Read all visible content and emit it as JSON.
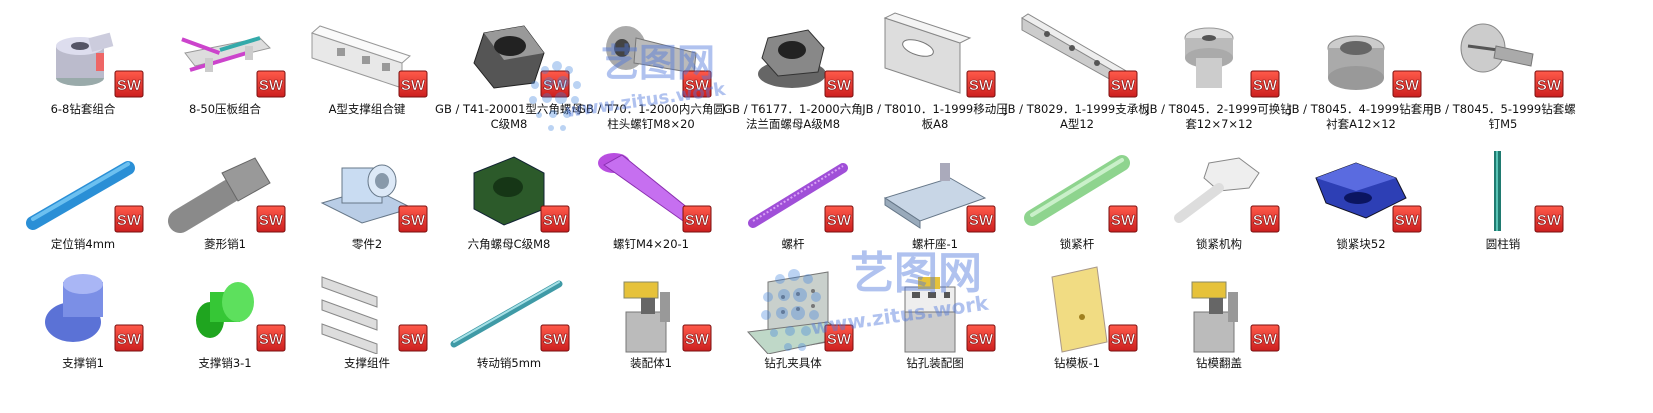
{
  "files": [
    {
      "name": "6-8钻套组合",
      "icon": "drill-sleeve-assembly-icon"
    },
    {
      "name": "8-50压板组合",
      "icon": "clamp-plate-assembly-icon"
    },
    {
      "name": "A型支撑组合键",
      "icon": "support-key-assembly-icon"
    },
    {
      "name": "GB / T41-20001型六角螺母C级M8",
      "icon": "hex-nut-icon"
    },
    {
      "name": "GB / T70．1-2000内六角圆柱头螺钉M8×20",
      "icon": "socket-head-screw-icon"
    },
    {
      "name": "GB / T6177．1-2000六角法兰面螺母A级M8",
      "icon": "flange-nut-icon"
    },
    {
      "name": "JB / T8010．1-1999移动压板A8",
      "icon": "moving-clamp-plate-icon"
    },
    {
      "name": "JB / T8029．1-1999支承板A型12",
      "icon": "support-plate-icon"
    },
    {
      "name": "JB / T8045．2-1999可换钻套12×7×12",
      "icon": "replaceable-drill-bush-icon"
    },
    {
      "name": "JB / T8045．4-1999钻套用衬套A12×12",
      "icon": "bushing-liner-icon"
    },
    {
      "name": "JB / T8045．5-1999钻套螺钉M5",
      "icon": "bush-screw-icon"
    },
    {
      "name": "定位销4mm",
      "icon": "locating-pin-icon"
    },
    {
      "name": "菱形销1",
      "icon": "diamond-pin-icon"
    },
    {
      "name": "零件2",
      "icon": "bracket-part-icon"
    },
    {
      "name": "六角螺母C级M8",
      "icon": "hex-nut-green-icon"
    },
    {
      "name": "螺钉M4×20-1",
      "icon": "screw-purple-icon"
    },
    {
      "name": "螺杆",
      "icon": "threaded-rod-icon"
    },
    {
      "name": "螺杆座-1",
      "icon": "rod-seat-icon"
    },
    {
      "name": "锁紧杆",
      "icon": "locking-rod-icon"
    },
    {
      "name": "锁紧机构",
      "icon": "locking-mechanism-icon"
    },
    {
      "name": "锁紧块52",
      "icon": "locking-block-icon"
    },
    {
      "name": "圆柱销",
      "icon": "cylinder-pin-icon"
    },
    {
      "name": "支撑销1",
      "icon": "support-pin-icon"
    },
    {
      "name": "支撑销3-1",
      "icon": "support-pin-green-icon"
    },
    {
      "name": "支撑组件",
      "icon": "support-component-icon"
    },
    {
      "name": "转动销5mm",
      "icon": "rotating-pin-icon"
    },
    {
      "name": "装配体1",
      "icon": "assembly-icon"
    },
    {
      "name": "钻孔夹具体",
      "icon": "drill-fixture-body-icon"
    },
    {
      "name": "钻孔装配图",
      "icon": "drill-assembly-drawing-icon"
    },
    {
      "name": "钻模板-1",
      "icon": "drill-template-icon"
    },
    {
      "name": "钻模翻盖",
      "icon": "drill-flip-cover-icon"
    }
  ],
  "badge": {
    "text": "SW",
    "color": "#cc1f1f"
  },
  "watermark": {
    "brand": "艺图网",
    "domain": "www.zitus.work"
  }
}
